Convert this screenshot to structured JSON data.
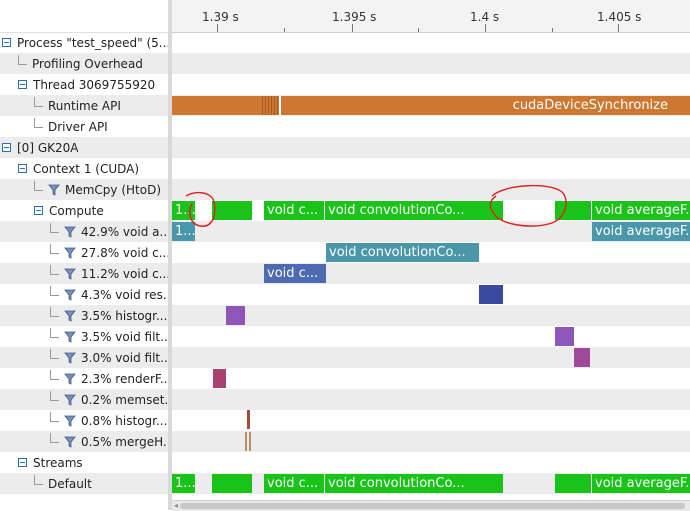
{
  "ruler": {
    "ticks": [
      "1.39 s",
      "1.395 s",
      "1.4 s",
      "1.405 s"
    ]
  },
  "tree": [
    {
      "label": "Process \"test_speed\" (5...",
      "kind": "expand",
      "indent": 0
    },
    {
      "label": "Profiling Overhead",
      "kind": "leaf",
      "indent": 1
    },
    {
      "label": "Thread 3069755920",
      "kind": "expand",
      "indent": 1
    },
    {
      "label": "Runtime API",
      "kind": "leaf",
      "indent": 2
    },
    {
      "label": "Driver API",
      "kind": "leaf",
      "indent": 2
    },
    {
      "label": "[0] GK20A",
      "kind": "expand",
      "indent": 0
    },
    {
      "label": "Context 1 (CUDA)",
      "kind": "expand",
      "indent": 1
    },
    {
      "label": "MemCpy (HtoD)",
      "kind": "filter",
      "indent": 2
    },
    {
      "label": "Compute",
      "kind": "expand",
      "indent": 2
    },
    {
      "label": "42.9% void a...",
      "kind": "filter",
      "indent": 3
    },
    {
      "label": "27.8% void c...",
      "kind": "filter",
      "indent": 3
    },
    {
      "label": "11.2% void c...",
      "kind": "filter",
      "indent": 3
    },
    {
      "label": "4.3% void res...",
      "kind": "filter",
      "indent": 3
    },
    {
      "label": "3.5% histogr...",
      "kind": "filter",
      "indent": 3
    },
    {
      "label": "3.5% void filt...",
      "kind": "filter",
      "indent": 3
    },
    {
      "label": "3.0% void filt...",
      "kind": "filter",
      "indent": 3
    },
    {
      "label": "2.3% renderF...",
      "kind": "filter",
      "indent": 3
    },
    {
      "label": "0.2% memset...",
      "kind": "filter",
      "indent": 3
    },
    {
      "label": "0.8% histogr...",
      "kind": "filter",
      "indent": 3
    },
    {
      "label": "0.5% mergeH...",
      "kind": "filter",
      "indent": 3
    },
    {
      "label": "Streams",
      "kind": "expand",
      "indent": 1
    },
    {
      "label": "Default",
      "kind": "leaf",
      "indent": 2
    }
  ],
  "timeline": {
    "runtime_api": {
      "label": "cudaDeviceSynchronize"
    },
    "compute": {
      "label_a": "1...",
      "label_b": "void c...",
      "label_c": "void convolutionCo...",
      "label_d": "void averageF..."
    },
    "avg_kernel": {
      "label_a": "1...",
      "label_b": "void averageF..."
    },
    "conv_kernel": {
      "label": "void convolutionCo..."
    },
    "conv2_kernel": {
      "label": "void c..."
    },
    "default_stream": {
      "label_a": "1...",
      "label_b": "void c...",
      "label_c": "void convolutionCo...",
      "label_d": "void averageF..."
    }
  },
  "colors": {
    "kernel_green": "#19c319",
    "annotation_red": "#e02020",
    "api_orange": "#cd7832"
  }
}
